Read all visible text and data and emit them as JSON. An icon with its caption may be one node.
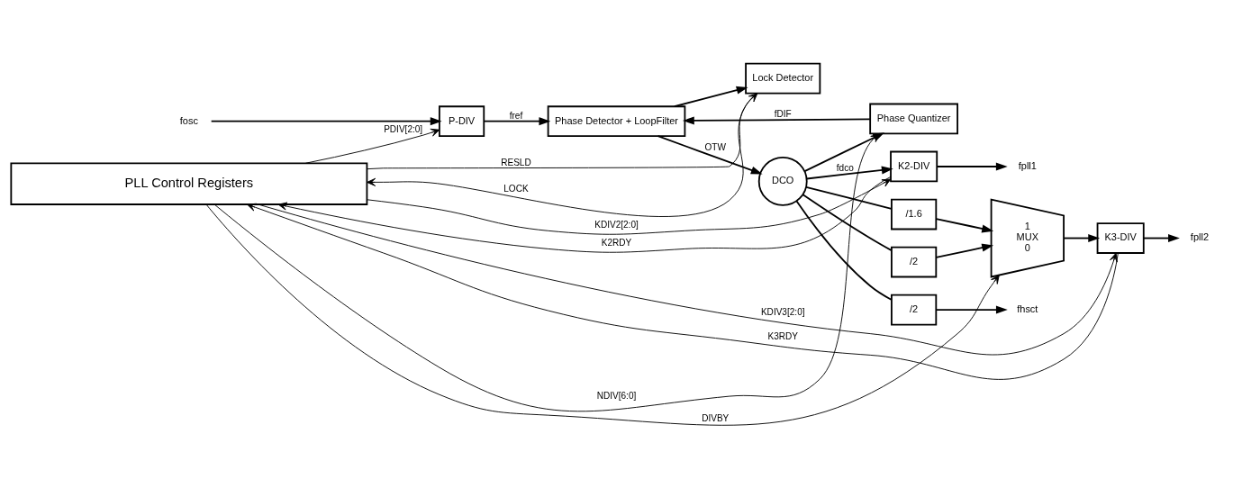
{
  "diagram": {
    "nodes": [
      {
        "text": [
          "fosc"
        ]
      },
      {
        "text": [
          "P-DIV"
        ]
      },
      {
        "text": [
          "Phase Detector + LoopFilter"
        ]
      },
      {
        "text": [
          "DCO"
        ]
      },
      {
        "text": [
          "Phase Quantizer"
        ]
      },
      {
        "text": [
          "Lock Detector"
        ]
      },
      {
        "text": [
          "K2-DIV"
        ]
      },
      {
        "text": [
          "/2"
        ]
      },
      {
        "text": [
          "/2"
        ]
      },
      {
        "text": [
          "/1.6"
        ]
      },
      {
        "text": [
          "1",
          "MUX",
          "0"
        ]
      },
      {
        "text": [
          "K3-DIV"
        ]
      },
      {
        "text": [
          "fpll1"
        ]
      },
      {
        "text": [
          "fhsct"
        ]
      },
      {
        "text": [
          "fpll2"
        ]
      },
      {
        "text": [
          "PLL Control Registers"
        ]
      }
    ],
    "edges": [
      {
        "from": 0,
        "to": 1,
        "arrow": "to"
      },
      {
        "from": 1,
        "to": 2,
        "arrow": "to",
        "label": "fref"
      },
      {
        "from": 2,
        "to": 3,
        "arrow": "to",
        "label": "OTW"
      },
      {
        "from": 3,
        "to": 4,
        "arrow": "to"
      },
      {
        "from": 4,
        "to": 2,
        "arrow": "to",
        "label": "fDIF"
      },
      {
        "from": 2,
        "to": 5,
        "arrow": "to"
      },
      {
        "from": 3,
        "to": 6,
        "arrow": "to",
        "label": "fdco"
      },
      {
        "from": 3,
        "to": 7,
        "arrow": "none"
      },
      {
        "from": 3,
        "to": 8,
        "arrow": "none"
      },
      {
        "from": 3,
        "to": 9,
        "arrow": "none"
      },
      {
        "from": 6,
        "to": 12,
        "arrow": "to"
      },
      {
        "from": 7,
        "to": 13,
        "arrow": "to"
      },
      {
        "from": 8,
        "to": 10,
        "arrow": "to"
      },
      {
        "from": 9,
        "to": 10,
        "arrow": "to"
      },
      {
        "from": 10,
        "to": 11,
        "arrow": "to"
      },
      {
        "from": 11,
        "to": 14,
        "arrow": "to"
      },
      {
        "from": 15,
        "to": 1,
        "arrow": "to",
        "label": "PDIV[2:0]"
      },
      {
        "from": 5,
        "to": 15,
        "arrow": "to",
        "label": "LOCK"
      },
      {
        "from": 15,
        "to": 5,
        "arrow": "to",
        "label": "RESLD"
      },
      {
        "from": 15,
        "to": 4,
        "arrow": "to",
        "label": "NDIV[6:0]"
      },
      {
        "from": 15,
        "to": 10,
        "arrow": "to",
        "label": "DIVBY"
      },
      {
        "from": 15,
        "to": 6,
        "arrow": "to",
        "label": "KDIV2[2:0]"
      },
      {
        "from": 6,
        "to": 15,
        "arrow": "to",
        "label": "K2RDY"
      },
      {
        "from": 15,
        "to": 11,
        "arrow": "to",
        "label": "KDIV3[2:0]"
      },
      {
        "from": 11,
        "to": 15,
        "arrow": "to",
        "label": "K3RDY"
      }
    ]
  }
}
